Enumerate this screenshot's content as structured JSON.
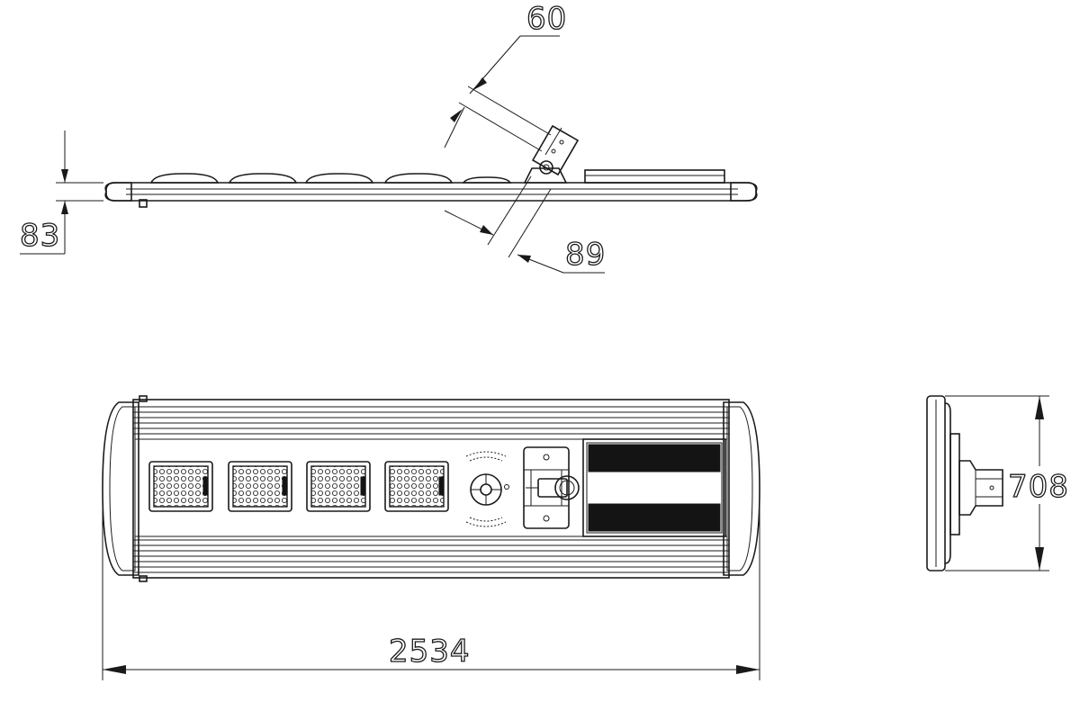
{
  "dimensions": {
    "body_thickness": "83",
    "bracket_thickness": "89",
    "bracket_height": "60",
    "overall_length": "2534",
    "overall_width": "708"
  },
  "views": [
    "side-elevation",
    "top-plan",
    "end-elevation"
  ],
  "led_module_count": 4,
  "colors": {
    "line": "#1a1a1a",
    "background": "#ffffff",
    "panel_fill": "#141414"
  }
}
